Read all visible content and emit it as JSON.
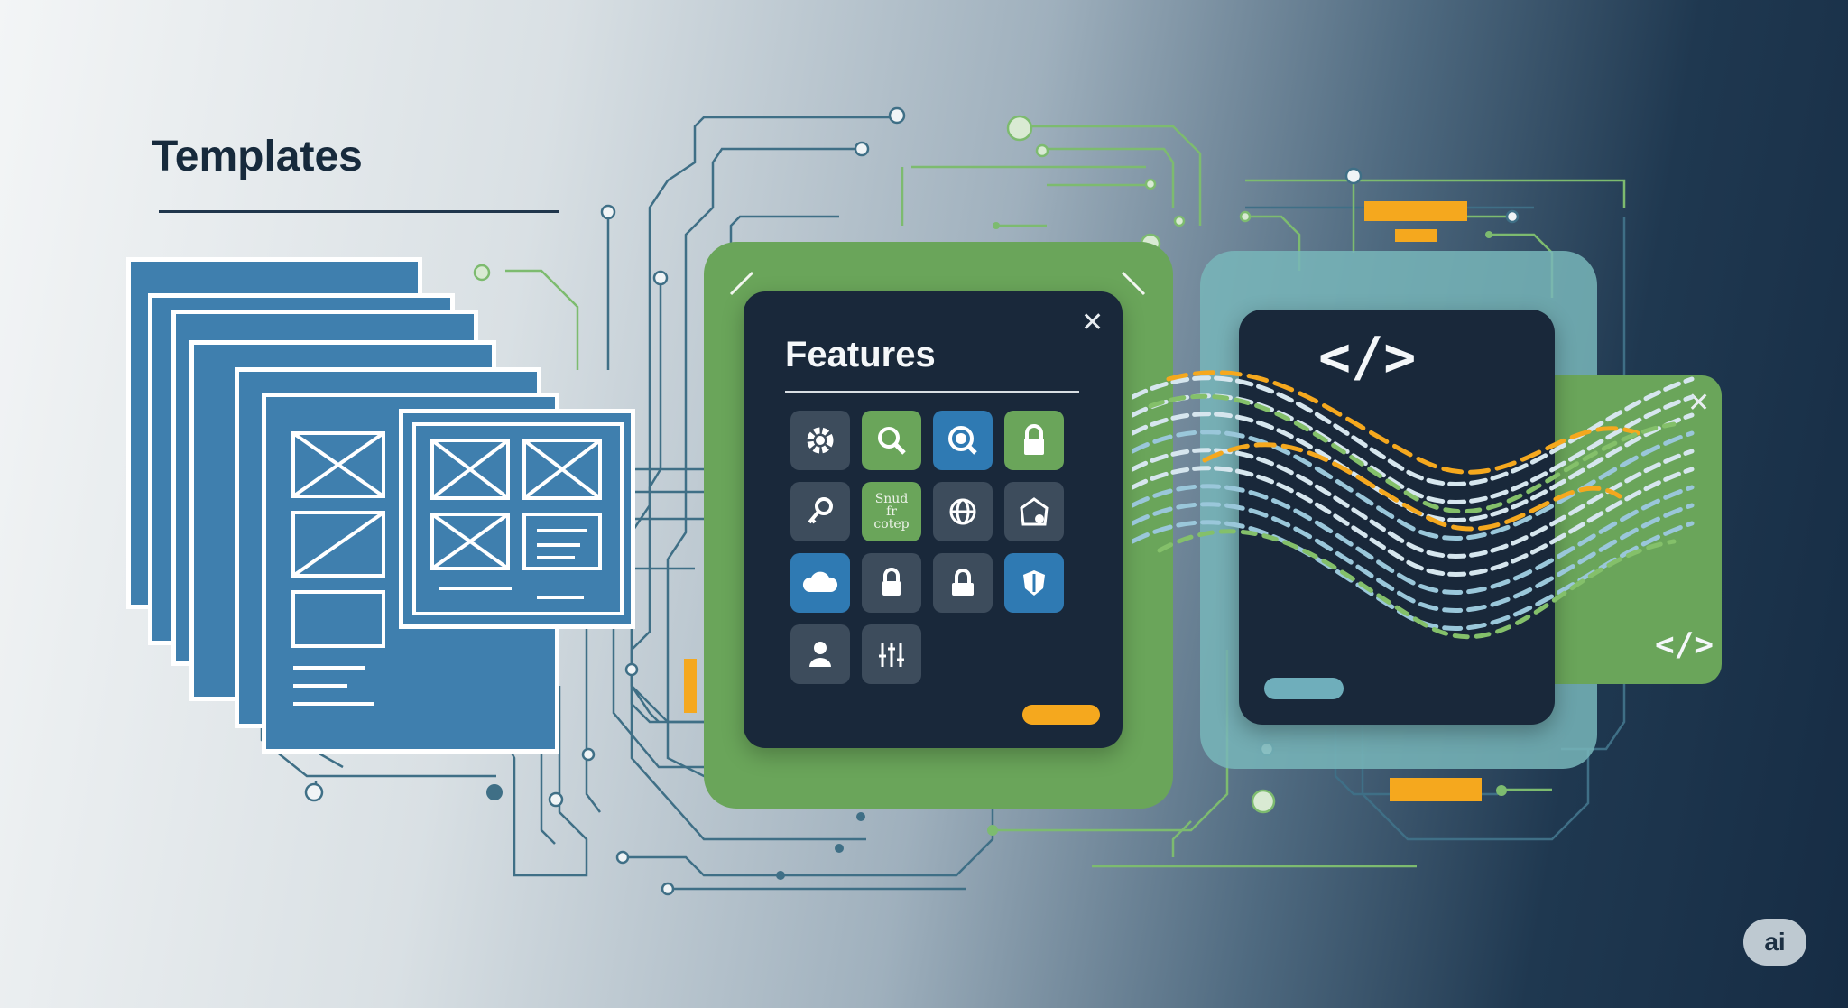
{
  "templates": {
    "title": "Templates"
  },
  "features": {
    "title": "Features",
    "tiles": [
      {
        "icon": "gear-icon",
        "style": "dark"
      },
      {
        "icon": "search-icon",
        "style": "green"
      },
      {
        "icon": "magnifier-icon",
        "style": "blue"
      },
      {
        "icon": "lock-icon",
        "style": "green"
      },
      {
        "icon": "key-icon",
        "style": "dark"
      },
      {
        "icon": "text-tile",
        "style": "green",
        "text": "Snud\nfr\ncotep"
      },
      {
        "icon": "globe-icon",
        "style": "dark"
      },
      {
        "icon": "shield-home-icon",
        "style": "dark"
      },
      {
        "icon": "cloud-icon",
        "style": "blue"
      },
      {
        "icon": "padlock-icon",
        "style": "dark"
      },
      {
        "icon": "unlock-icon",
        "style": "dark"
      },
      {
        "icon": "shield-icon",
        "style": "blue"
      },
      {
        "icon": "user-icon",
        "style": "dark"
      },
      {
        "icon": "sliders-icon",
        "style": "dark"
      }
    ]
  },
  "code": {
    "glyph": "</>",
    "glyph_small": "</>"
  },
  "badge": {
    "label": "ai"
  },
  "colors": {
    "green": "#6aa55a",
    "blue": "#2f7ab3",
    "dark": "#19283a",
    "orange": "#f5a81e",
    "teal": "#78b6ba"
  }
}
